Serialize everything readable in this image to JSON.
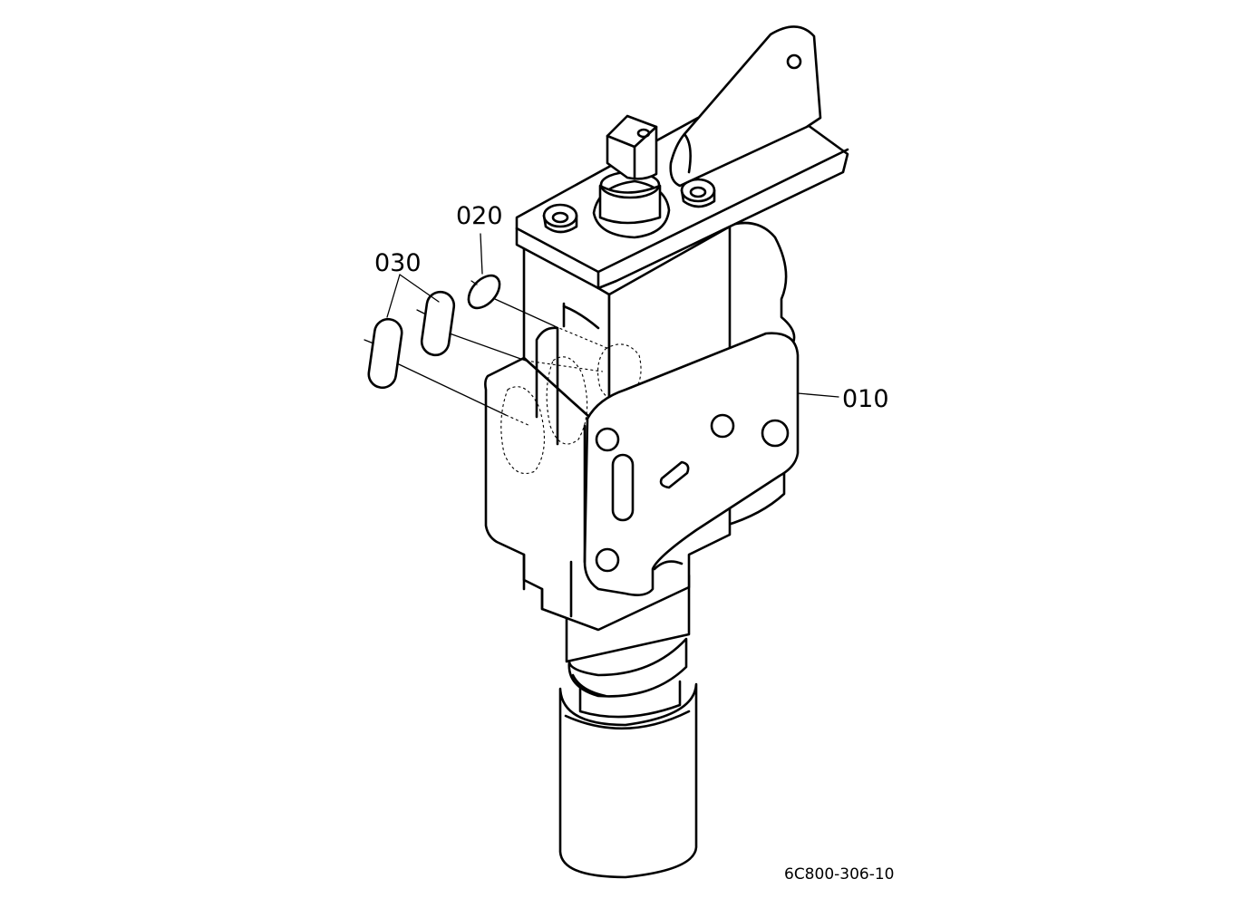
{
  "callouts": {
    "part_010": "010",
    "part_020": "020",
    "part_030": "030"
  },
  "drawing_code": "6C800-306-10"
}
